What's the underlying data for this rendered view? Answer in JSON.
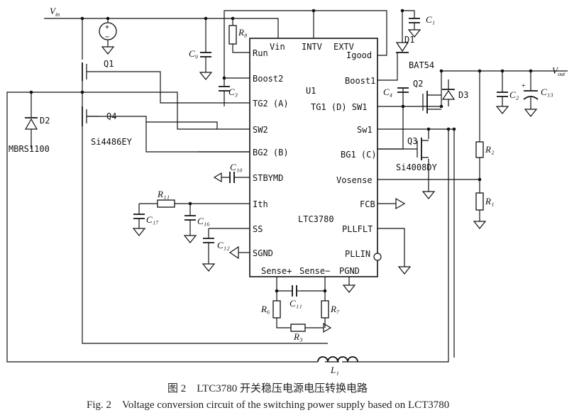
{
  "chip": {
    "name": "LTC3780",
    "unit": "U1",
    "pins": {
      "vin": "Vin",
      "intv": "INTV",
      "extv": "EXTV",
      "igood": "Igood",
      "run": "Run",
      "boost2": "Boost2",
      "tg2": "TG2 (A)",
      "sw2": "SW2",
      "bg2": "BG2 (B)",
      "stbymd": "STBYMD",
      "ith": "Ith",
      "ss": "SS",
      "sgnd": "SGND",
      "boost1": "Boost1",
      "tg1": "TG1 (D) SW1",
      "sw1": "Sw1",
      "bg1": "BG1 (C)",
      "vosense": "Vosense",
      "fcb": "FCB",
      "pllflt": "PLLFLT",
      "pllin": "PLLIN",
      "sense_p": "Sense+",
      "sense_n": "Sense−",
      "pgnd": "PGND"
    }
  },
  "nets": {
    "vin": "V",
    "vin_sub": "in",
    "vout": "V",
    "vout_sub": "out"
  },
  "parts": {
    "q1": "Q1",
    "q4": "Q4",
    "q4_part": "Si4486EY",
    "q2": "Q2",
    "q3": "Q3",
    "q3_part": "Si4008DY",
    "d1": "D1",
    "d1_part": "BAT54",
    "d2": "D2",
    "d2_part": "MBRS1100",
    "d3": "D3",
    "c1": "C₁",
    "c2": "C₂",
    "c3": "C₃",
    "c4": "C₄",
    "c9": "C₉",
    "c10": "C₁₀",
    "c11": "C₁₁",
    "c12": "C₁₂",
    "c13": "C₁₃",
    "c16": "C₁₆",
    "c17": "C₁₇",
    "r1": "R₁",
    "r2": "R₂",
    "r3": "R₃",
    "r6": "R₆",
    "r7": "R₇",
    "r8": "R₈",
    "r11": "R₁₁",
    "l1": "L₁",
    "src_plus": "+",
    "src_minus": "−",
    "c13_plus": "+"
  },
  "caption": {
    "cn": "图 2　LTC3780 开关稳压电源电压转换电路",
    "en": "Fig. 2　Voltage conversion circuit of the switching power supply based on LCT3780"
  }
}
